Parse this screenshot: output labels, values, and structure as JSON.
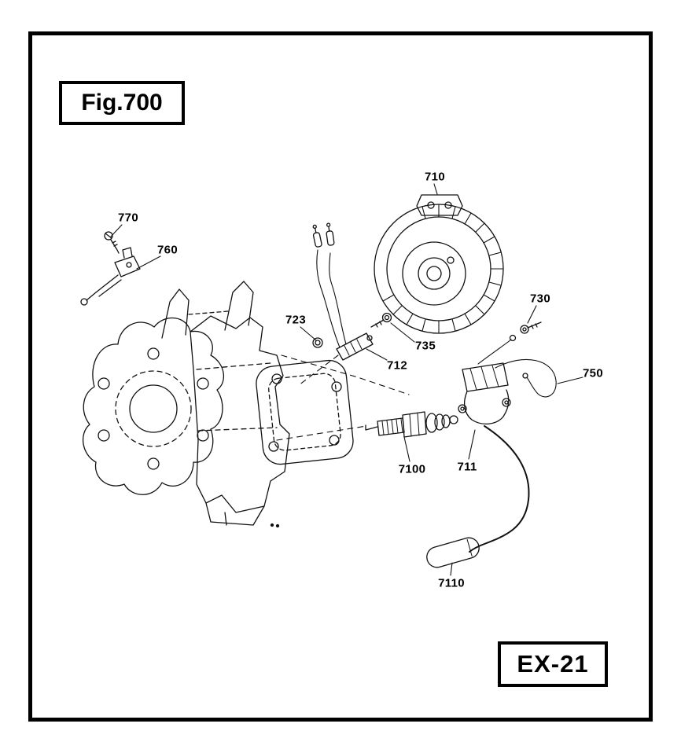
{
  "figure_label": "Fig.700",
  "sheet_code": "EX-21",
  "colors": {
    "ink": "#000000",
    "background": "#ffffff"
  },
  "parts": [
    {
      "number": "770"
    },
    {
      "number": "760"
    },
    {
      "number": "710"
    },
    {
      "number": "723"
    },
    {
      "number": "735"
    },
    {
      "number": "712"
    },
    {
      "number": "730"
    },
    {
      "number": "750"
    },
    {
      "number": "7100"
    },
    {
      "number": "711"
    },
    {
      "number": "7110"
    }
  ]
}
